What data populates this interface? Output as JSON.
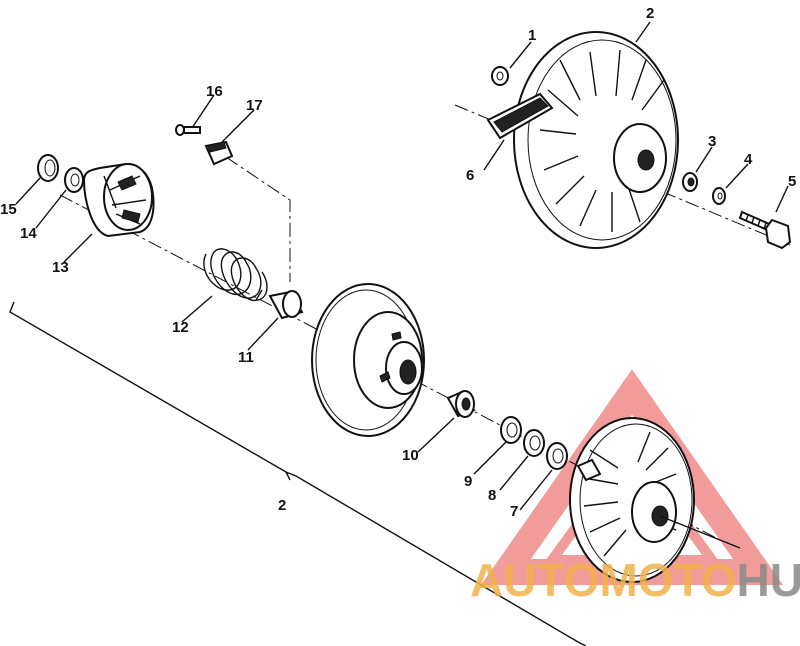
{
  "callouts": [
    {
      "id": "1",
      "text": "1"
    },
    {
      "id": "2",
      "text": "2"
    },
    {
      "id": "3",
      "text": "3"
    },
    {
      "id": "4",
      "text": "4"
    },
    {
      "id": "5",
      "text": "5"
    },
    {
      "id": "6",
      "text": "6"
    },
    {
      "id": "7",
      "text": "7"
    },
    {
      "id": "8",
      "text": "8"
    },
    {
      "id": "9",
      "text": "9"
    },
    {
      "id": "10",
      "text": "10"
    },
    {
      "id": "11",
      "text": "11"
    },
    {
      "id": "12",
      "text": "12"
    },
    {
      "id": "13",
      "text": "13"
    },
    {
      "id": "14",
      "text": "14"
    },
    {
      "id": "15",
      "text": "15"
    },
    {
      "id": "16",
      "text": "16"
    },
    {
      "id": "17",
      "text": "17"
    }
  ],
  "assembly_label": "2",
  "watermark": {
    "word_a": "AUTO",
    "word_b": "MOTO",
    "word_c": "HUB",
    "color_a": "#f2b24c",
    "color_b": "#f2b24c",
    "color_c": "#8a8a8a",
    "triangle_color": "#e84a4a"
  }
}
